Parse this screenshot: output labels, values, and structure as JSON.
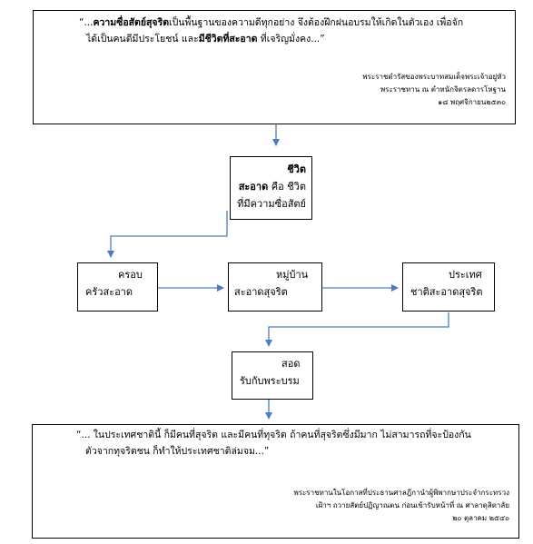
{
  "top_quote": {
    "line1_a": "“...",
    "line1_bold": "ความซื่อสัตย์สุจริต",
    "line1_b": "เป็นพื้นฐานของความดีทุกอย่าง  จึงต้องฝึกฝนอบรมให้เกิดในตัวเอง เพื่อจัก",
    "line2_a": "ได้เป็นคนดีมีประโยชน์ และ",
    "line2_bold": "มีชีวิตที่สะอาด",
    "line2_b": " ที่เจริญมั่งคง...”",
    "source": [
      "พระราชดำรัสของพระบาทสมเด็จพระเจ้าอยู่หัว",
      "พระราชทาน ณ ตำหนักจิตรลดารโหฐาน",
      "๑๘ พฤศจิกายน๒๕๓๐"
    ]
  },
  "center_node": {
    "line1": "ชีวิต",
    "line2_bold": "สะอาด",
    "line2_rest": " คือ ชีวิต",
    "line3": "ที่มีความซื่อสัตย์"
  },
  "nodes": {
    "family": {
      "line1": "ครอบ",
      "line2": "ครัวสะอาด"
    },
    "village": {
      "line1": "หมู่บ้าน",
      "line2": "สะอาดสุจริต"
    },
    "nation": {
      "line1": "ประเทศ",
      "line2": "ชาติสะอาดสุจริต"
    },
    "education": {
      "line1": "สอด",
      "line2": "รับกับพระบรม"
    }
  },
  "bottom_quote": {
    "line1": "“... ในประเทศชาตินี้ ก็มีคนที่สุจริต และมีคนที่ทุจริต  ถ้าคนที่สุจริตซึ่งมีมาก ไม่สามารถที่จะป้องกัน",
    "line2": "ตัวจากทุจริตชน  ก็ทำให้ประเทศชาติล่มจม...”",
    "source": [
      "พระราชทานในโอกาสที่ประธานศาลฎีกานำผู้พิพากษาประจำกระทรวง",
      "เฝ้าฯ ถวายสัตย์ปฏิญาณตน ก่อนเข้ารับหน้าที่ ณ ศาลาดุสิดาลัย",
      "๒๐ ตุลาคม ๒๕๔๐"
    ]
  },
  "colors": {
    "connector": "#4a7ebb",
    "border": "#000000"
  }
}
